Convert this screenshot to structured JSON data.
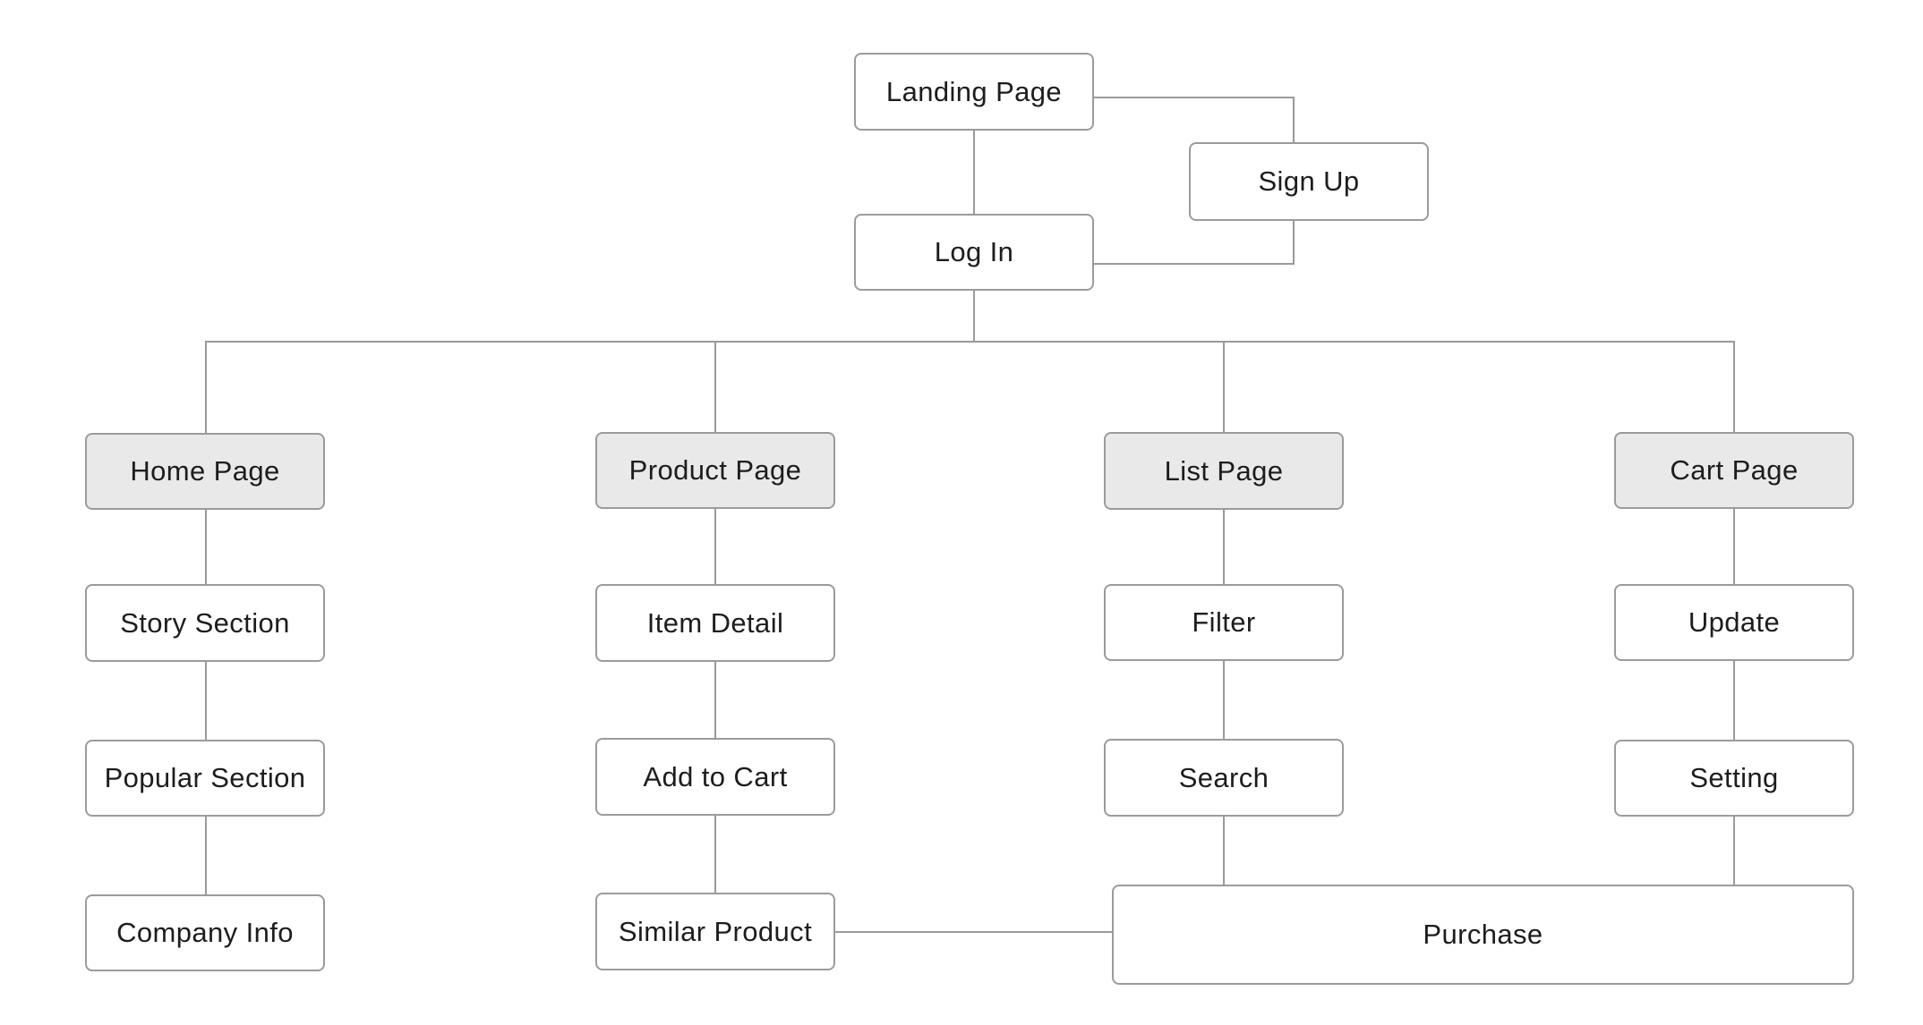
{
  "diagram": {
    "nodes": {
      "landing": {
        "label": "Landing Page"
      },
      "signup": {
        "label": "Sign Up"
      },
      "login": {
        "label": "Log In"
      },
      "home": {
        "label": "Home Page"
      },
      "product": {
        "label": "Product Page"
      },
      "list": {
        "label": "List Page"
      },
      "cart": {
        "label": "Cart Page"
      },
      "story": {
        "label": "Story Section"
      },
      "item_detail": {
        "label": "Item Detail"
      },
      "filter": {
        "label": "Filter"
      },
      "update": {
        "label": "Update"
      },
      "popular": {
        "label": "Popular Section"
      },
      "add_to_cart": {
        "label": "Add to Cart"
      },
      "search": {
        "label": "Search"
      },
      "setting": {
        "label": "Setting"
      },
      "company_info": {
        "label": "Company Info"
      },
      "similar_product": {
        "label": "Similar Product"
      },
      "purchase": {
        "label": "Purchase"
      }
    },
    "colors": {
      "background": "#ffffff",
      "node_fill": "#ffffff",
      "page_node_fill": "#e9e9e9",
      "border": "#9b9b9b",
      "connector": "#9a9a9a",
      "text": "#1d1d1d"
    }
  }
}
